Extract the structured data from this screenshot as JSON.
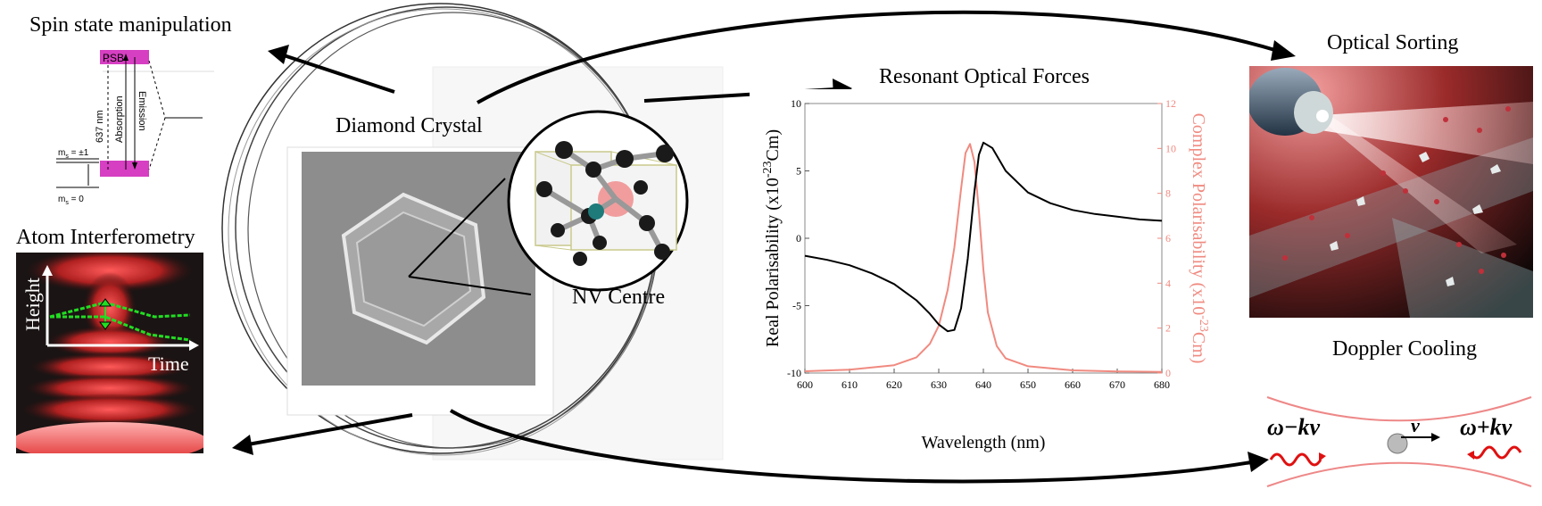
{
  "labels": {
    "spin": "Spin state manipulation",
    "atom": "Atom Interferometry",
    "diamond": "Diamond Crystal",
    "nv": "NV Centre",
    "resonant": "Resonant Optical Forces",
    "sorting": "Optical Sorting",
    "doppler": "Doppler Cooling"
  },
  "spin_diagram": {
    "psb": "PSB",
    "wavelength": "637 nm",
    "absorption": "Absorption",
    "emission": "Emission",
    "ms_pm1": "m",
    "ms_pm1_sub": "s",
    "ms_pm1_val": " = ±1",
    "ms_0": "m",
    "ms_0_sub": "s",
    "ms_0_val": " = 0"
  },
  "interferometry": {
    "ylabel": "Height",
    "xlabel": "Time"
  },
  "doppler": {
    "left": "ω−kv",
    "velocity": "v",
    "right": "ω+kv"
  },
  "colors": {
    "magenta": "#d63fc2",
    "chart_red": "#f08a80",
    "green": "#22dd22",
    "wave_red": "#e01010"
  },
  "chart_data": {
    "type": "line",
    "title": "Resonant Optical Forces",
    "xlabel": "Wavelength (nm)",
    "ylabel_left": "Real Polarisability (x10",
    "ylabel_left_sup": "-23",
    "ylabel_left_end": "Cm)",
    "ylabel_right": "Complex Polarisability (x10",
    "ylabel_right_sup": "-23",
    "ylabel_right_end": "Cm)",
    "xlim": [
      600,
      680
    ],
    "ylim_left": [
      -10,
      10
    ],
    "ylim_right": [
      0,
      12
    ],
    "x_ticks": [
      600,
      610,
      620,
      630,
      640,
      650,
      660,
      670,
      680
    ],
    "y_ticks_left": [
      -10,
      -5,
      0,
      5,
      10
    ],
    "y_ticks_right": [
      0,
      2,
      4,
      6,
      8,
      10,
      12
    ],
    "series": [
      {
        "axis": "left",
        "color": "#000000",
        "x": [
          600,
          605,
          610,
          615,
          620,
          625,
          628,
          630,
          632,
          633.5,
          635,
          636.5,
          638,
          639,
          640,
          642,
          645,
          650,
          655,
          660,
          665,
          670,
          675,
          680
        ],
        "y": [
          -1.3,
          -1.6,
          -2.0,
          -2.6,
          -3.4,
          -4.6,
          -5.6,
          -6.4,
          -6.9,
          -6.8,
          -5.2,
          -1.5,
          3.5,
          6.2,
          7.1,
          6.7,
          5.0,
          3.4,
          2.6,
          2.1,
          1.8,
          1.6,
          1.4,
          1.3
        ]
      },
      {
        "axis": "right",
        "color": "#f08a80",
        "x": [
          600,
          610,
          620,
          625,
          628,
          630,
          632,
          633.5,
          635,
          636,
          637,
          638,
          639,
          640,
          641,
          643,
          645,
          650,
          660,
          670,
          680
        ],
        "y": [
          0.08,
          0.15,
          0.35,
          0.7,
          1.3,
          2.1,
          3.7,
          5.6,
          8.2,
          9.8,
          10.2,
          9.4,
          7.2,
          4.6,
          2.7,
          1.2,
          0.65,
          0.3,
          0.12,
          0.07,
          0.05
        ]
      }
    ]
  }
}
